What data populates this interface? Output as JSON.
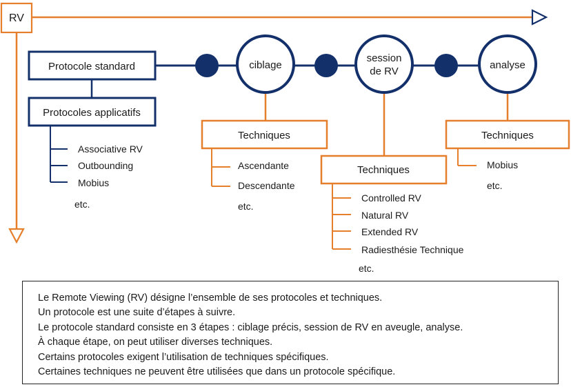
{
  "colors": {
    "navy": "#13306b",
    "orange": "#e57f2b",
    "text": "#1a1a1a"
  },
  "timeline": {
    "label": "RV"
  },
  "left": {
    "standard": "Protocole standard",
    "applicatifs": "Protocoles applicatifs",
    "items": [
      "Associative RV",
      "Outbounding",
      "Mobius"
    ],
    "etc": "etc."
  },
  "steps": [
    {
      "line1": "ciblage",
      "line2": ""
    },
    {
      "line1": "session",
      "line2": "de RV"
    },
    {
      "line1": "analyse",
      "line2": ""
    }
  ],
  "techniques": [
    {
      "label": "Techniques",
      "items": [
        "Ascendante",
        "Descendante"
      ],
      "etc": "etc."
    },
    {
      "label": "Techniques",
      "items": [
        "Controlled RV",
        "Natural RV",
        "Extended RV",
        "Radiesthésie Technique"
      ],
      "etc": "etc."
    },
    {
      "label": "Techniques",
      "items": [
        "Mobius"
      ],
      "etc": "etc."
    }
  ],
  "note": {
    "lines": [
      "Le Remote Viewing (RV) désigne l’ensemble de ses protocoles et techniques.",
      "Un protocole est une suite d’étapes à suivre.",
      "Le protocole standard consiste en 3 étapes : ciblage précis, session de RV en aveugle, analyse.",
      "À chaque étape, on peut utiliser diverses techniques.",
      "Certains protocoles exigent l’utilisation de techniques spécifiques.",
      "Certaines techniques ne peuvent être utilisées que dans un protocole spécifique."
    ]
  }
}
